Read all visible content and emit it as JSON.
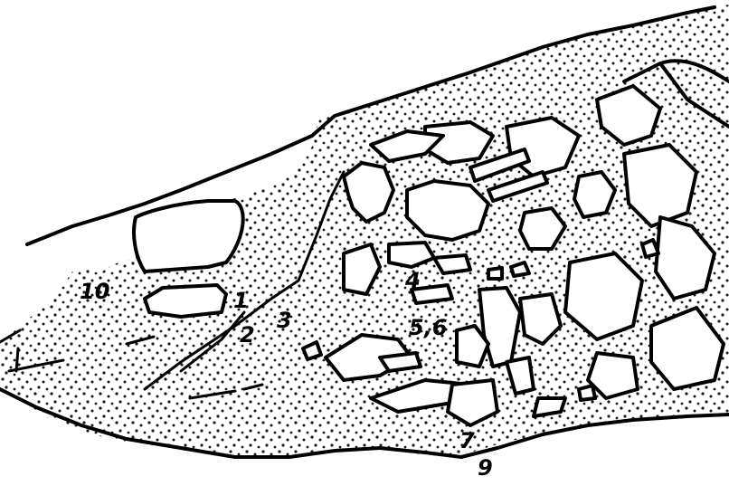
{
  "figure": {
    "labels": {
      "l1": "1",
      "l2": "2",
      "l3": "3",
      "l4": "4",
      "l56": "5,6",
      "l7": "7",
      "l9": "9",
      "l10": "10"
    },
    "colors": {
      "ink": "#000000",
      "paper": "#ffffff",
      "stipple": "#1a1a1a"
    }
  }
}
